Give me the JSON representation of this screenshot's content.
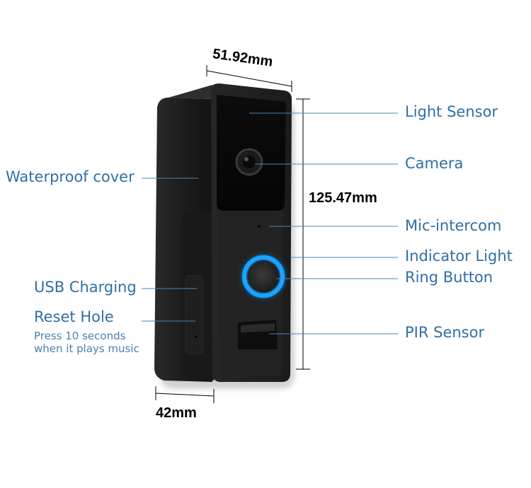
{
  "dimensions": {
    "top_width": "51.92mm",
    "height": "125.47mm",
    "depth": "42mm"
  },
  "labels_right": {
    "light_sensor": "Light Sensor",
    "camera": "Camera",
    "mic": "Mic-intercom",
    "indicator": "Indicator Light",
    "ring": "Ring Button",
    "pir": "PIR Sensor"
  },
  "labels_left": {
    "waterproof": "Waterproof cover",
    "usb": "USB Charging",
    "reset": "Reset Hole",
    "reset_note_1": "Press 10 seconds",
    "reset_note_2": "when it plays music"
  },
  "colors": {
    "label_text": "#2f6fa6",
    "leader_line": "#4a84b8",
    "device_body": "#1e1e1e",
    "ring_glow": "#1fa3ff"
  }
}
